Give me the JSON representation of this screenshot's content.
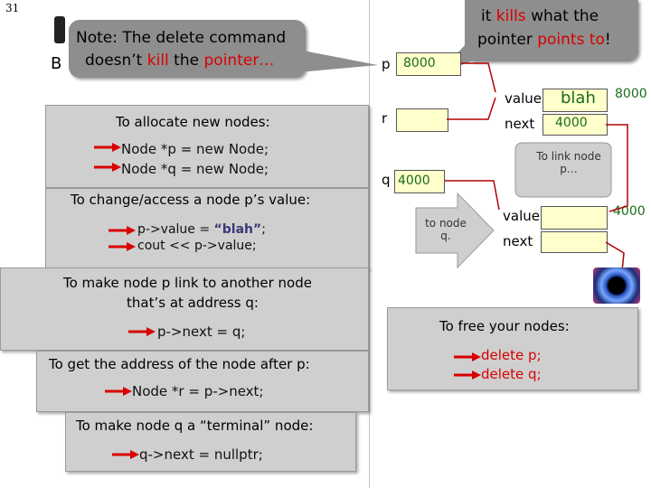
{
  "slide_number": "31",
  "notes": {
    "left_line1": "Note: The delete command",
    "left_line2_a": "doesn’t ",
    "left_line2_kill": "kill",
    "left_line2_b": " the ",
    "left_line2_pointer": "pointer…",
    "left_hidden": "B",
    "right_line1_a": "it ",
    "right_line1_kills": "kills",
    "right_line1_b": " what the",
    "right_line2_a": "pointer ",
    "right_line2_points": "points to",
    "right_line2_b": "!"
  },
  "panels": {
    "allocate_title": "To allocate new nodes:",
    "allocate_code1": "Node *p = new Node;",
    "allocate_code2": "Node *q = new Node;",
    "change_title": "To change/access a node p’s value:",
    "change_code1_a": "p->value = ",
    "change_code1_str": "“blah”",
    "change_code1_b": ";",
    "change_code2": "cout << p->value;",
    "link_title1": "To make node p link to another node",
    "link_title2": "that’s at address q:",
    "link_code": "p->next = q;",
    "after_title": "To get the address of the node after p:",
    "after_code": "Node *r = p->next;",
    "terminal_title": "To make node q a “terminal” node:",
    "terminal_code": "q->next = nullptr;",
    "free_title": "To free your nodes:",
    "free_code1": "delete p;",
    "free_code2": "delete q;"
  },
  "diagram": {
    "p_label": "p",
    "p_value": "8000",
    "r_label": "r",
    "q_label": "q",
    "q_value": "4000",
    "node1_value_label": "value",
    "node1_value": "blah",
    "node1_next_label": "next",
    "node1_next": "4000",
    "node1_address": "8000",
    "node2_value_label": "value",
    "node2_next_label": "next",
    "node2_address": "4000",
    "hint_link": "To link node p…",
    "hint_to_node": "to node q."
  },
  "colors": {
    "panel": "#cfcfcf",
    "callout": "#8e8e8e",
    "accent_red": "#d90000",
    "number_green": "#1a6b1a",
    "var_box": "#ffffcc"
  }
}
